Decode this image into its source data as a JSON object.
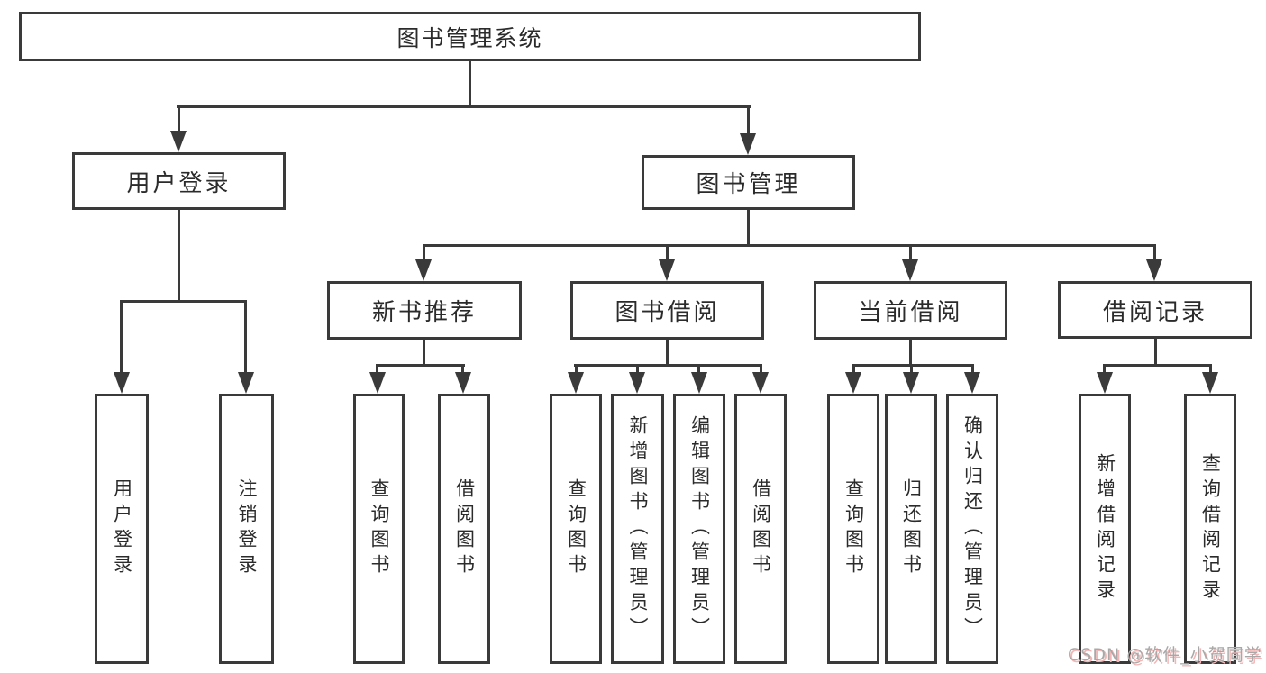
{
  "diagram": {
    "root": {
      "label": "图书管理系统"
    },
    "level2": [
      {
        "label": "用户登录"
      },
      {
        "label": "图书管理"
      }
    ],
    "level3": [
      {
        "label": "新书推荐"
      },
      {
        "label": "图书借阅"
      },
      {
        "label": "当前借阅"
      },
      {
        "label": "借阅记录"
      }
    ],
    "leaves": {
      "user_login": [
        {
          "label": "用户登录"
        },
        {
          "label": "注销登录"
        }
      ],
      "new_book": [
        {
          "label": "查询图书"
        },
        {
          "label": "借阅图书"
        }
      ],
      "book_borrow": [
        {
          "label": "查询图书"
        },
        {
          "label": "新增图书（管理员）"
        },
        {
          "label": "编辑图书（管理员）"
        },
        {
          "label": "借阅图书"
        }
      ],
      "current_borrow": [
        {
          "label": "查询图书"
        },
        {
          "label": "归还图书"
        },
        {
          "label": "确认归还（管理员）"
        }
      ],
      "borrow_records": [
        {
          "label": "新增借阅记录"
        },
        {
          "label": "查询借阅记录"
        }
      ]
    }
  },
  "watermark": {
    "text": "CSDN @软件_小贺同学"
  },
  "colors": {
    "background": "#ffffff",
    "line": "#3a3a3a",
    "text": "#2b2b2b",
    "watermark": "#a8a8a8",
    "watermark_shadow": "#f3b5b5"
  }
}
